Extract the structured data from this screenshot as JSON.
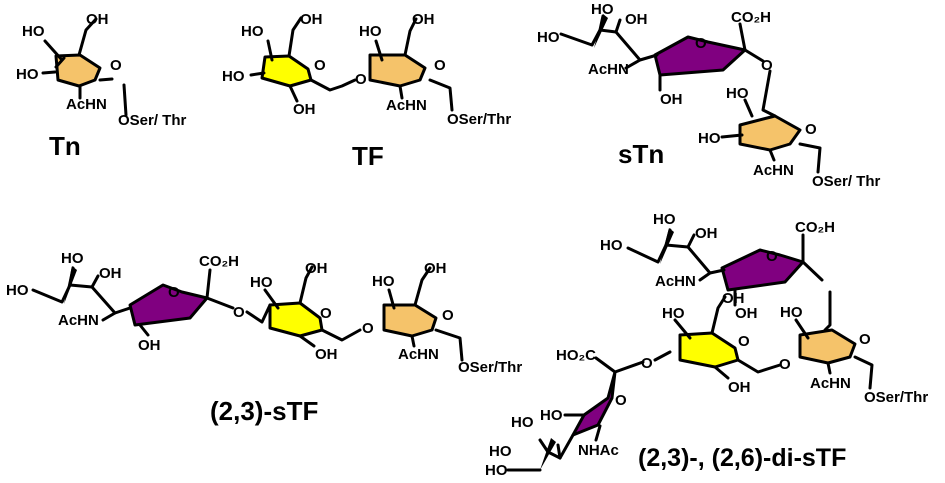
{
  "colors": {
    "galnac_ring": "#F5C36A",
    "gal_ring": "#FFFF00",
    "neu5ac_ring": "#800080",
    "sialyl_linkage": "#800040",
    "bond": "#000000"
  },
  "structures": {
    "tn": {
      "name": "Tn",
      "labels": {
        "ho_top": "HO",
        "oh_top": "OH",
        "ho_left": "HO",
        "ring_o": "O",
        "achn": "AcHN",
        "anomeric": "OSer/ Thr"
      }
    },
    "tf": {
      "name": "TF",
      "labels": {
        "gal_ho_top": "HO",
        "gal_oh_top": "OH",
        "gal_ho_left": "HO",
        "gal_ring_o": "O",
        "gal_oh_bottom": "OH",
        "glycosidic_o": "O",
        "galnac_ho_top": "HO",
        "galnac_oh_top": "OH",
        "galnac_ring_o": "O",
        "achn": "AcHN",
        "anomeric": "OSer/Thr"
      }
    },
    "stn": {
      "name": "sTn",
      "labels": {
        "ho_c8": "HO",
        "oh_c7": "OH",
        "ho_c9": "HO",
        "co2h": "CO₂H",
        "ring_o": "O",
        "achn": "AcHN",
        "oh_c4": "OH",
        "linkage_o": "O",
        "galnac_ho_top": "HO",
        "galnac_ho_left": "HO",
        "galnac_ring_o": "O",
        "galnac_achn": "AcHN",
        "anomeric": "OSer/ Thr"
      }
    },
    "stf23": {
      "name": "(2,3)-sTF",
      "labels": {
        "ho_c8": "HO",
        "oh_c7": "OH",
        "ho_c9": "HO",
        "co2h": "CO₂H",
        "ring_o": "O",
        "achn": "AcHN",
        "oh_c4": "OH",
        "linkage_o": "O",
        "gal_ho_top": "HO",
        "gal_oh_top": "OH",
        "gal_ring_o": "O",
        "gal_oh_bottom": "OH",
        "glycosidic_o": "O",
        "galnac_ho_top": "HO",
        "galnac_oh_top": "OH",
        "galnac_ring_o": "O",
        "galnac_achn": "AcHN",
        "anomeric": "OSer/Thr"
      }
    },
    "distf": {
      "name": "(2,3)-, (2,6)-di-sTF",
      "labels": {
        "top_ho_c8": "HO",
        "top_oh_c7": "OH",
        "top_ho_c9": "HO",
        "top_co2h": "CO₂H",
        "top_ring_o": "O",
        "top_achn": "AcHN",
        "top_oh_c4": "OH",
        "galnac_ho_top": "HO",
        "galnac_ring_o": "O",
        "galnac_achn": "AcHN",
        "anomeric": "OSer/Thr",
        "gal_ho_top": "HO",
        "gal_oh_top": "OH",
        "gal_ring_o": "O",
        "gal_oh_bottom": "OH",
        "glycosidic_o": "O",
        "linkage_o": "O",
        "bot_co2h": "HO₂C",
        "bot_ring_o": "O",
        "bot_ho_c4": "HO",
        "bot_ho_c8": "HO",
        "bot_ho_c7": "HO",
        "bot_nhac": "NHAc",
        "bot_ho_c9": "HO"
      }
    }
  }
}
